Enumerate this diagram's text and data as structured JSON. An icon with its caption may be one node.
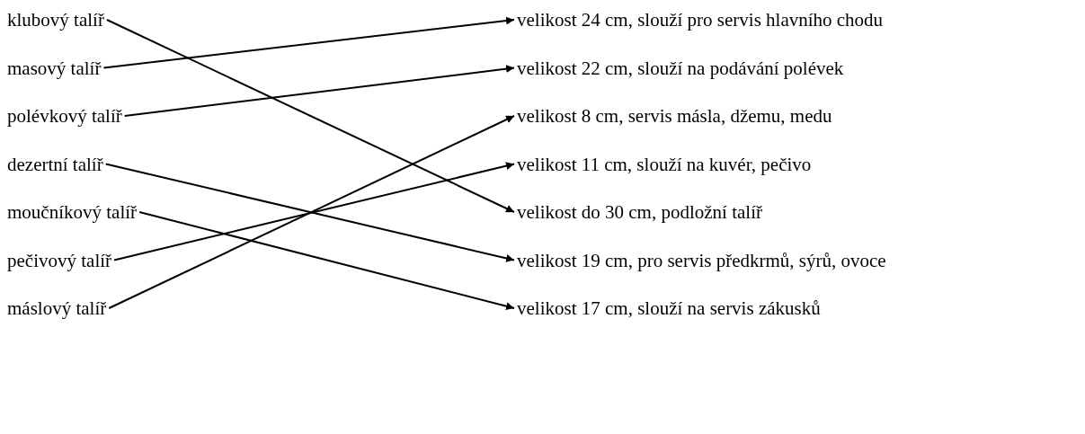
{
  "diagram": {
    "nodes": [
      {
        "text": [
          "klubový talíř"
        ]
      },
      {
        "text": [
          "masový talíř"
        ]
      },
      {
        "text": [
          "polévkový talíř"
        ]
      },
      {
        "text": [
          "dezertní talíř"
        ]
      },
      {
        "text": [
          "moučníkový talíř"
        ]
      },
      {
        "text": [
          "pečivový talíř"
        ]
      },
      {
        "text": [
          "máslový talíř"
        ]
      },
      {
        "text": [
          "velikost 24 cm, slouží pro servis hlavního chodu"
        ]
      },
      {
        "text": [
          "velikost 22 cm, slouží na podávání polévek"
        ]
      },
      {
        "text": [
          "velikost 8 cm, servis másla, džemu, medu"
        ]
      },
      {
        "text": [
          "velikost 11 cm, slouží na kuvér, pečivo"
        ]
      },
      {
        "text": [
          "velikost do 30 cm, podložní talíř"
        ]
      },
      {
        "text": [
          "velikost 19 cm, pro servis předkrmů, sýrů, ovoce"
        ]
      },
      {
        "text": [
          "velikost 17 cm, slouží na servis zákusků"
        ]
      }
    ],
    "edges": [
      {
        "from": 0,
        "to": 11,
        "arrow": "to"
      },
      {
        "from": 1,
        "to": 7,
        "arrow": "to"
      },
      {
        "from": 2,
        "to": 8,
        "arrow": "to"
      },
      {
        "from": 3,
        "to": 12,
        "arrow": "to"
      },
      {
        "from": 4,
        "to": 13,
        "arrow": "to"
      },
      {
        "from": 5,
        "to": 10,
        "arrow": "to"
      },
      {
        "from": 6,
        "to": 9,
        "arrow": "to"
      }
    ]
  }
}
